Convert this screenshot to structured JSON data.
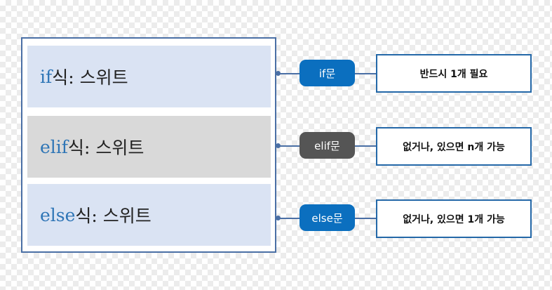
{
  "rows": [
    {
      "keyword": "if",
      "rest": "식: 스위트"
    },
    {
      "keyword": "elif",
      "rest": "식: 스위트"
    },
    {
      "keyword": "else",
      "rest": "식: 스위트"
    }
  ],
  "labels": [
    {
      "text": "if문",
      "color": "#0b6fbf"
    },
    {
      "text": "elif문",
      "color": "#555555"
    },
    {
      "text": "else문",
      "color": "#0b6fbf"
    }
  ],
  "notes": [
    "반드시 1개 필요",
    "없거나, 있으면 n개 가능",
    "없거나, 있으면 1개 가능"
  ]
}
